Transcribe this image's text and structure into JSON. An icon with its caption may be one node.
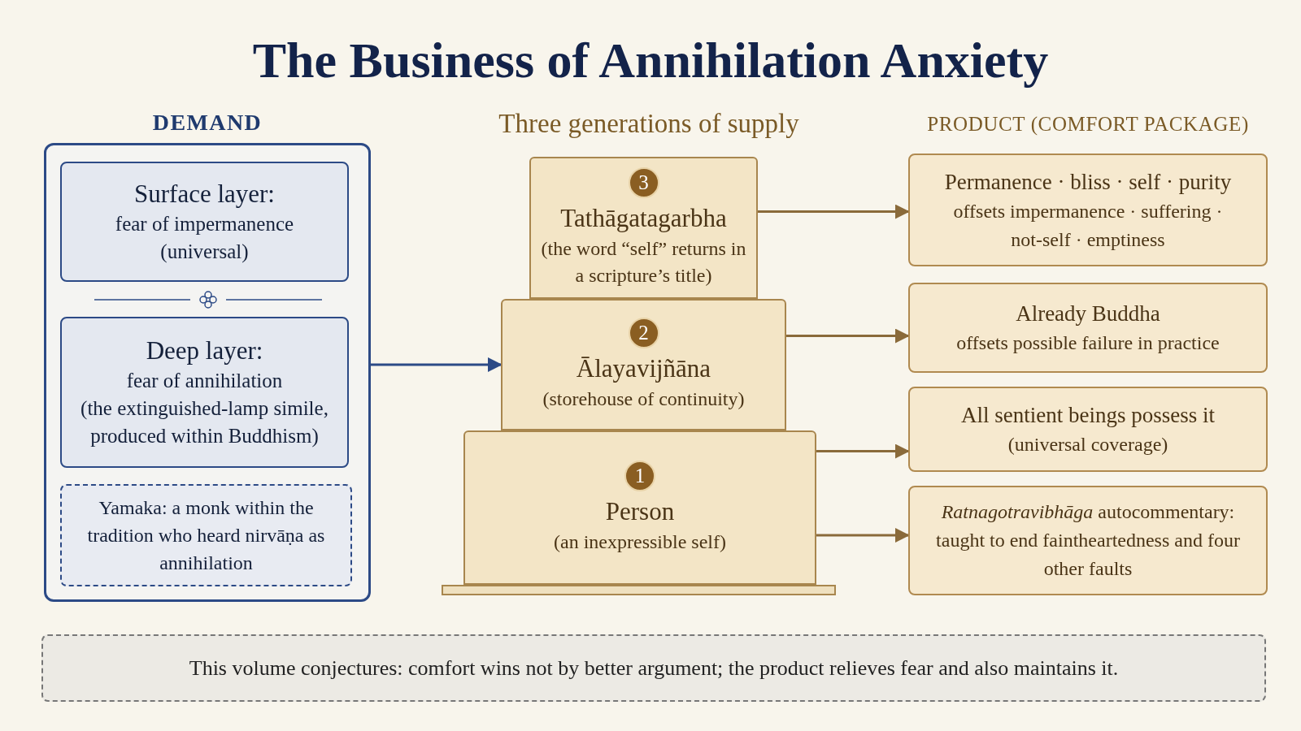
{
  "diagram": {
    "title": "The Business of Annihilation Anxiety",
    "nodes": [
      {
        "text": [
          "DEMAND"
        ]
      },
      {
        "text": [
          "Surface layer:",
          "fear of impermanence",
          "(universal)"
        ],
        "in": 0
      },
      {
        "text": [
          "Deep layer:",
          "fear of annihilation",
          "(the extinguished-lamp simile, produced within Buddhism)"
        ],
        "in": 0
      },
      {
        "text": [
          "Yamaka: a monk within the tradition who heard nirvāṇa as annihilation"
        ],
        "in": 0
      },
      {
        "text": [
          "3",
          "Tathāgatagarbha",
          "(the word “self” returns in a scripture’s title)"
        ]
      },
      {
        "text": [
          "2",
          "Ālayavijñāna",
          "(storehouse of continuity)"
        ]
      },
      {
        "text": [
          "1",
          "Person",
          "(an inexpressible self)"
        ]
      },
      {
        "text": [],
        "shape": "bar"
      },
      {
        "text": [
          "Permanence · bliss · self · purity",
          "offsets impermanence · suffering · not-self · emptiness"
        ]
      },
      {
        "text": [
          "Already Buddha",
          "offsets possible failure in practice"
        ]
      },
      {
        "text": [
          "All sentient beings possess it",
          "(universal coverage)"
        ]
      },
      {
        "text": [
          "*Ratnagotravibhāga* autocommentary: taught to end faintheartedness and four other faults"
        ]
      },
      {
        "text": [
          "This volume conjectures: comfort wins not by better argument; the product relieves fear and also maintains it."
        ]
      }
    ],
    "edges": [
      {
        "from": 0,
        "to": 5,
        "arrow": "to",
        "color": "#2c4a86"
      },
      {
        "from": 4,
        "to": 8,
        "arrow": "to"
      },
      {
        "from": 5,
        "to": 9,
        "arrow": "to"
      },
      {
        "from": 6,
        "to": 10,
        "arrow": "to"
      },
      {
        "from": 6,
        "to": 11,
        "arrow": "to"
      }
    ],
    "labels": [
      "Three generations of supply",
      "PRODUCT (COMFORT PACKAGE)"
    ]
  }
}
